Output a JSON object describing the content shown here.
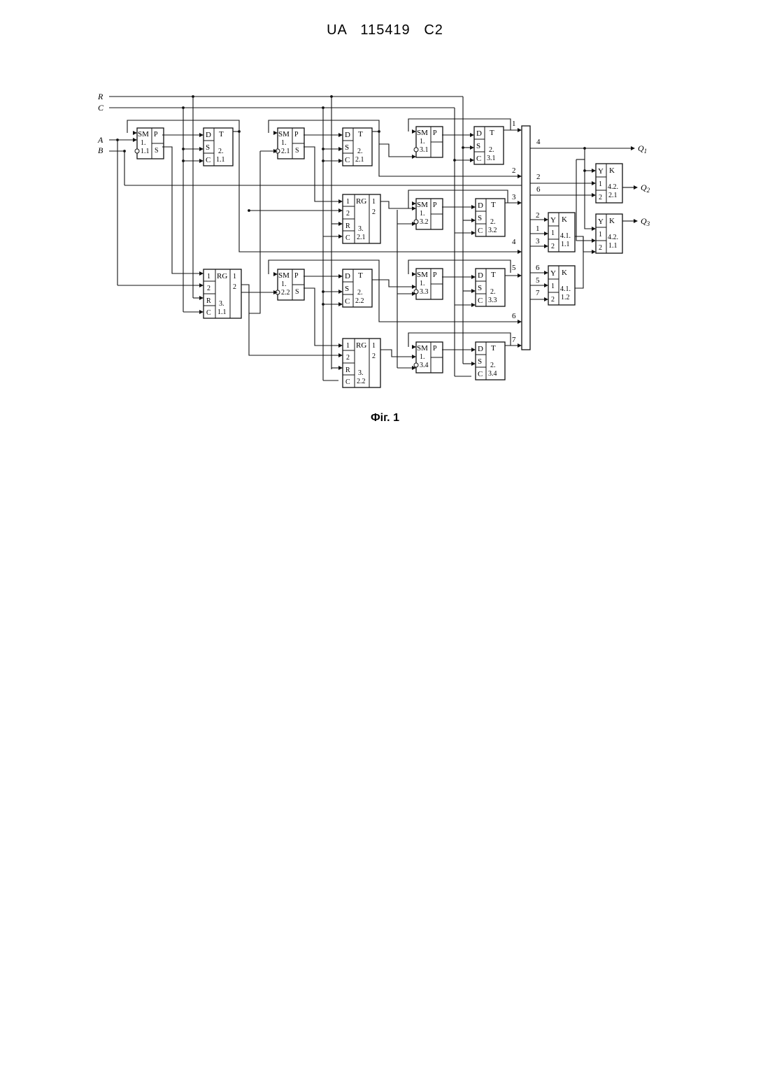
{
  "header": {
    "text": "UA   115419   C2"
  },
  "caption": "Фіг. 1",
  "inputs": {
    "R": "R",
    "C": "C",
    "A": "A",
    "B": "B"
  },
  "outputs": {
    "q1": "Q",
    "q1_sub": "1",
    "q2": "Q",
    "q2_sub": "2",
    "q3": "Q",
    "q3_sub": "3"
  },
  "bus_labels": [
    "1",
    "2",
    "3",
    "4",
    "5",
    "6",
    "7"
  ],
  "bus_right_labels": [
    "4",
    "2",
    "6"
  ],
  "k41_inputs_a": [
    "2",
    "1",
    "3"
  ],
  "k41_inputs_b": [
    "6",
    "5",
    "7"
  ],
  "adders": [
    {
      "id": "1.1",
      "l1": "1.",
      "l2": "1.1"
    },
    {
      "id": "1.2.1",
      "l1": "1.",
      "l2": "2.1"
    },
    {
      "id": "1.2.2",
      "l1": "1.",
      "l2": "2.2"
    },
    {
      "id": "1.3.1",
      "l1": "1.",
      "l2": "3.1"
    },
    {
      "id": "1.3.2",
      "l1": "1.",
      "l2": "3.2"
    },
    {
      "id": "1.3.3",
      "l1": "1.",
      "l2": "3.3"
    },
    {
      "id": "1.3.4",
      "l1": "1.",
      "l2": "3.4"
    }
  ],
  "triggers": [
    {
      "id": "2.1.1",
      "l1": "2.",
      "l2": "1.1"
    },
    {
      "id": "2.2.1",
      "l1": "2.",
      "l2": "2.1"
    },
    {
      "id": "2.2.2",
      "l1": "2.",
      "l2": "2.2"
    },
    {
      "id": "2.3.1",
      "l1": "2.",
      "l2": "3.1"
    },
    {
      "id": "2.3.2",
      "l1": "2.",
      "l2": "3.2"
    },
    {
      "id": "2.3.3",
      "l1": "2.",
      "l2": "3.3"
    },
    {
      "id": "2.3.4",
      "l1": "2.",
      "l2": "3.4"
    }
  ],
  "registers": [
    {
      "id": "3.1.1",
      "l1": "3.",
      "l2": "1.1"
    },
    {
      "id": "3.2.1",
      "l1": "3.",
      "l2": "2.1"
    },
    {
      "id": "3.2.2",
      "l1": "3.",
      "l2": "2.2"
    }
  ],
  "switches": [
    {
      "id": "4.1.1",
      "l1": "4.1.",
      "l2": "1.1"
    },
    {
      "id": "4.1.2",
      "l1": "4.1.",
      "l2": "1.2"
    },
    {
      "id": "4.2.1",
      "l1": "4.2.",
      "l2": "2.1"
    },
    {
      "id": "4.2.2",
      "l1": "4.2.",
      "l2": "1.1"
    }
  ],
  "labels": {
    "sm": "SM",
    "p": "P",
    "s": "S",
    "d": "D",
    "t": "T",
    "c": "C",
    "r": "R",
    "rg": "RG",
    "in1": "1",
    "in2": "2",
    "y": "Y",
    "k": "K"
  }
}
